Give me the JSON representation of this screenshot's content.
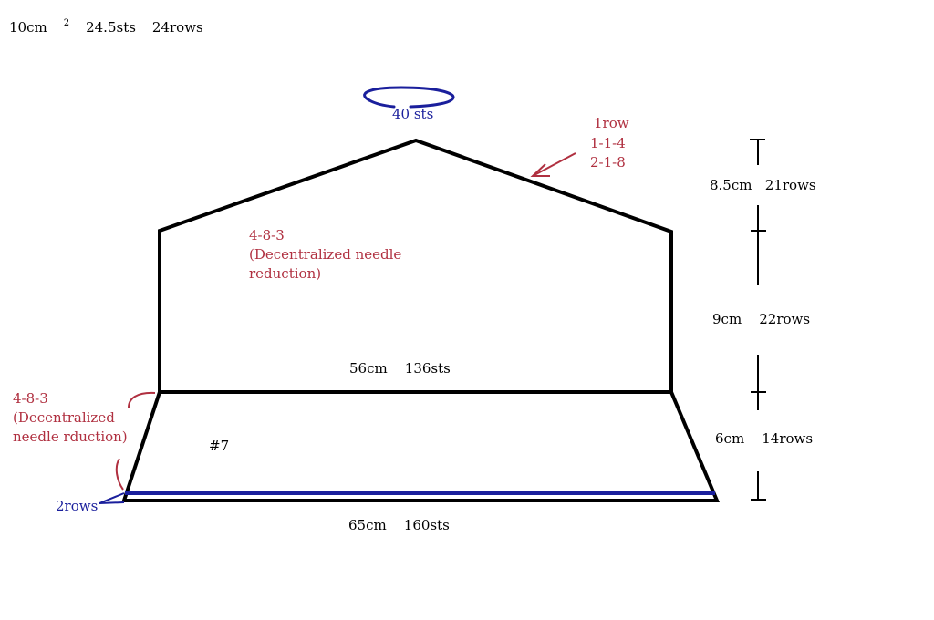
{
  "gauge": {
    "area": "10cm",
    "area_sup": "2",
    "stitches": "24.5sts",
    "rows": "24rows"
  },
  "top": {
    "stitches": "40 sts"
  },
  "crown_decrease": {
    "lines": [
      "1row",
      "1-1-4",
      "2-1-8"
    ]
  },
  "body_decrease": {
    "lines": [
      "4-8-3",
      "(Decentralized needle",
      "reduction)"
    ]
  },
  "band_decrease": {
    "lines": [
      "4-8-3",
      "(Decentralized",
      "needle rduction)"
    ]
  },
  "widths": {
    "middle": "56cm    136sts",
    "bottom": "65cm    160sts"
  },
  "needle": "#7",
  "edge_rows": "2rows",
  "heights": {
    "crown": "8.5cm   21rows",
    "body": "9cm    22rows",
    "band": "6cm    14rows"
  },
  "colors": {
    "outline": "#000000",
    "annotation_red": "#b03040",
    "edge_blue": "#1a1f9c"
  }
}
